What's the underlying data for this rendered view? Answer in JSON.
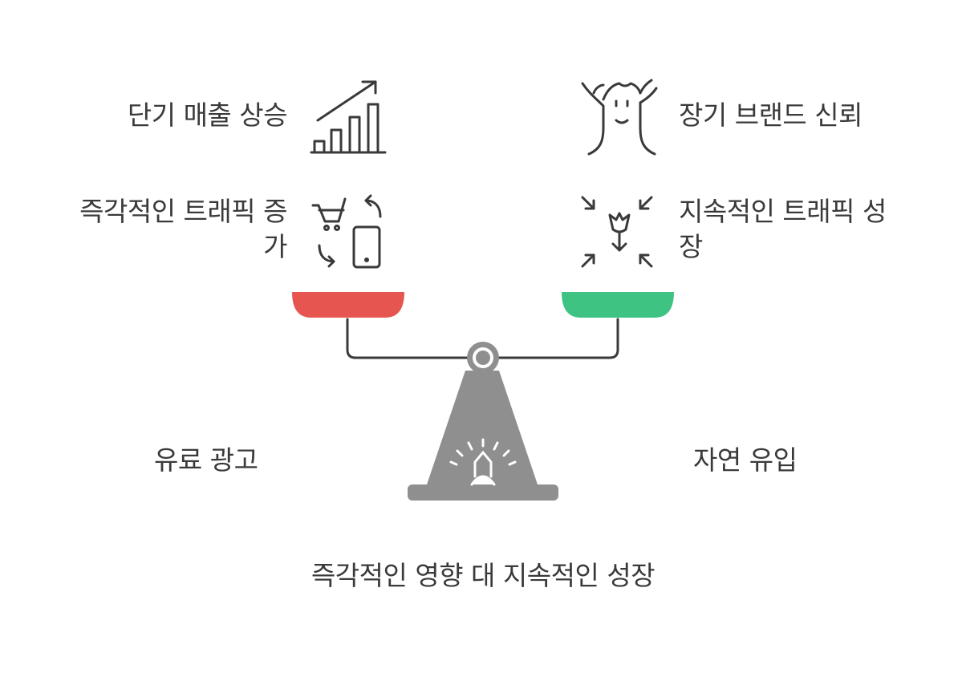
{
  "title": "즉각적인 영향 대 지속적인 성장",
  "left": {
    "side_label": "유료 광고",
    "items": [
      {
        "label": "단기 매출 상승",
        "icon": "rising-bar-chart-icon"
      },
      {
        "label": "즉각적인 트래픽 증가",
        "line1": "즉각적인 트래픽 증",
        "line2": "가",
        "icon": "cart-and-phone-icon"
      }
    ],
    "pan_color": "#e65550"
  },
  "right": {
    "side_label": "자연 유입",
    "items": [
      {
        "label": "장기 브랜드 신뢰",
        "icon": "tree-icon"
      },
      {
        "label": "지속적인 트래픽 성장",
        "line1": "지속적인 트래픽 성",
        "line2": "장",
        "icon": "flower-growth-icon"
      }
    ],
    "pan_color": "#3ec383"
  },
  "colors": {
    "stroke": "#3a3a3a",
    "base": "#8f8f8f"
  }
}
